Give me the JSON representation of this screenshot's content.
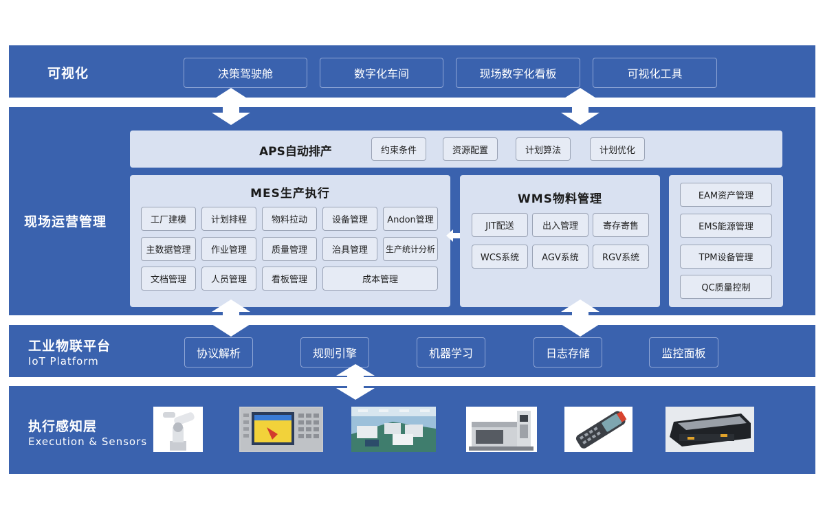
{
  "visual": {
    "title": "可视化",
    "items": [
      "决策驾驶舱",
      "数字化车间",
      "现场数字化看板",
      "可视化工具"
    ]
  },
  "ops": {
    "title": "现场运营管理",
    "aps": {
      "title": "APS自动排产",
      "items": [
        "约束条件",
        "资源配置",
        "计划算法",
        "计划优化"
      ]
    },
    "mes": {
      "title": "MES生产执行",
      "items": [
        "工厂建模",
        "计划排程",
        "物料拉动",
        "设备管理",
        "Andon管理",
        "主数据管理",
        "作业管理",
        "质量管理",
        "治具管理",
        "生产统计分析",
        "文档管理",
        "人员管理",
        "看板管理",
        "成本管理"
      ]
    },
    "wms": {
      "title": "WMS物料管理",
      "items": [
        "JIT配送",
        "出入管理",
        "寄存寄售",
        "WCS系统",
        "AGV系统",
        "RGV系统"
      ]
    },
    "right": {
      "items": [
        "EAM资产管理",
        "EMS能源管理",
        "TPM设备管理",
        "QC质量控制"
      ]
    }
  },
  "iot": {
    "title": "工业物联平台",
    "subtitle": "IoT Platform",
    "items": [
      "协议解析",
      "规则引擎",
      "机器学习",
      "日志存储",
      "监控面板"
    ]
  },
  "exec": {
    "title": "执行感知层",
    "subtitle": "Execution & Sensors",
    "images": [
      "industrial-robot-arm",
      "hmi-control-panel",
      "factory-production-line",
      "cnc-machine",
      "handheld-scanner",
      "agv-vehicle"
    ]
  },
  "colors": {
    "band": "#3a62ae",
    "panel": "#d9e1f1",
    "chip": "#e6ebf5"
  }
}
